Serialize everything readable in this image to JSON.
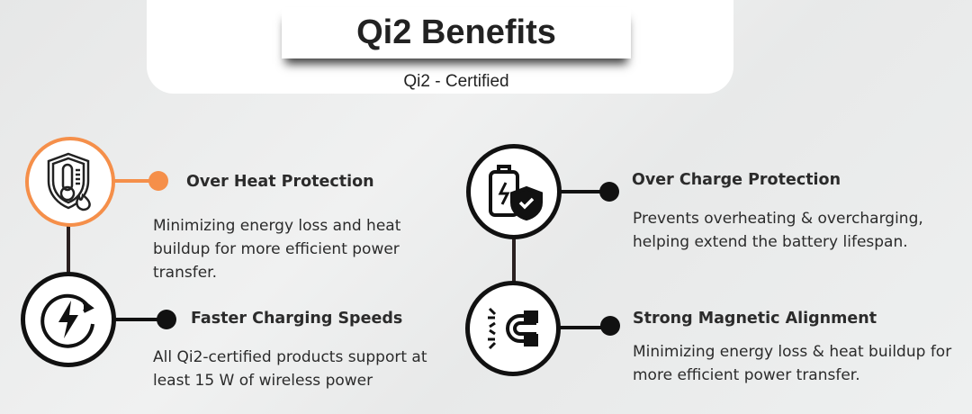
{
  "header": {
    "title": "Qi2 Benefits",
    "subtitle": "Qi2 - Certified"
  },
  "accent_color": "#f58f4a",
  "benefits": [
    {
      "title": "Over Heat Protection",
      "desc": "Minimizing energy loss and heat buildup for more efficient power transfer.",
      "icon": "thermometer-shield-flame-icon"
    },
    {
      "title": "Faster Charging Speeds",
      "desc": "All Qi2-certified products support at least 15 W of wireless power",
      "icon": "lightning-cycle-icon"
    },
    {
      "title": "Over Charge Protection",
      "desc": "Prevents overheating & overcharging, helping extend the battery lifespan.",
      "icon": "battery-shield-check-icon"
    },
    {
      "title": "Strong Magnetic Alignment",
      "desc": "Minimizing energy loss & heat buildup for more efficient power transfer.",
      "icon": "magnet-icon"
    }
  ]
}
